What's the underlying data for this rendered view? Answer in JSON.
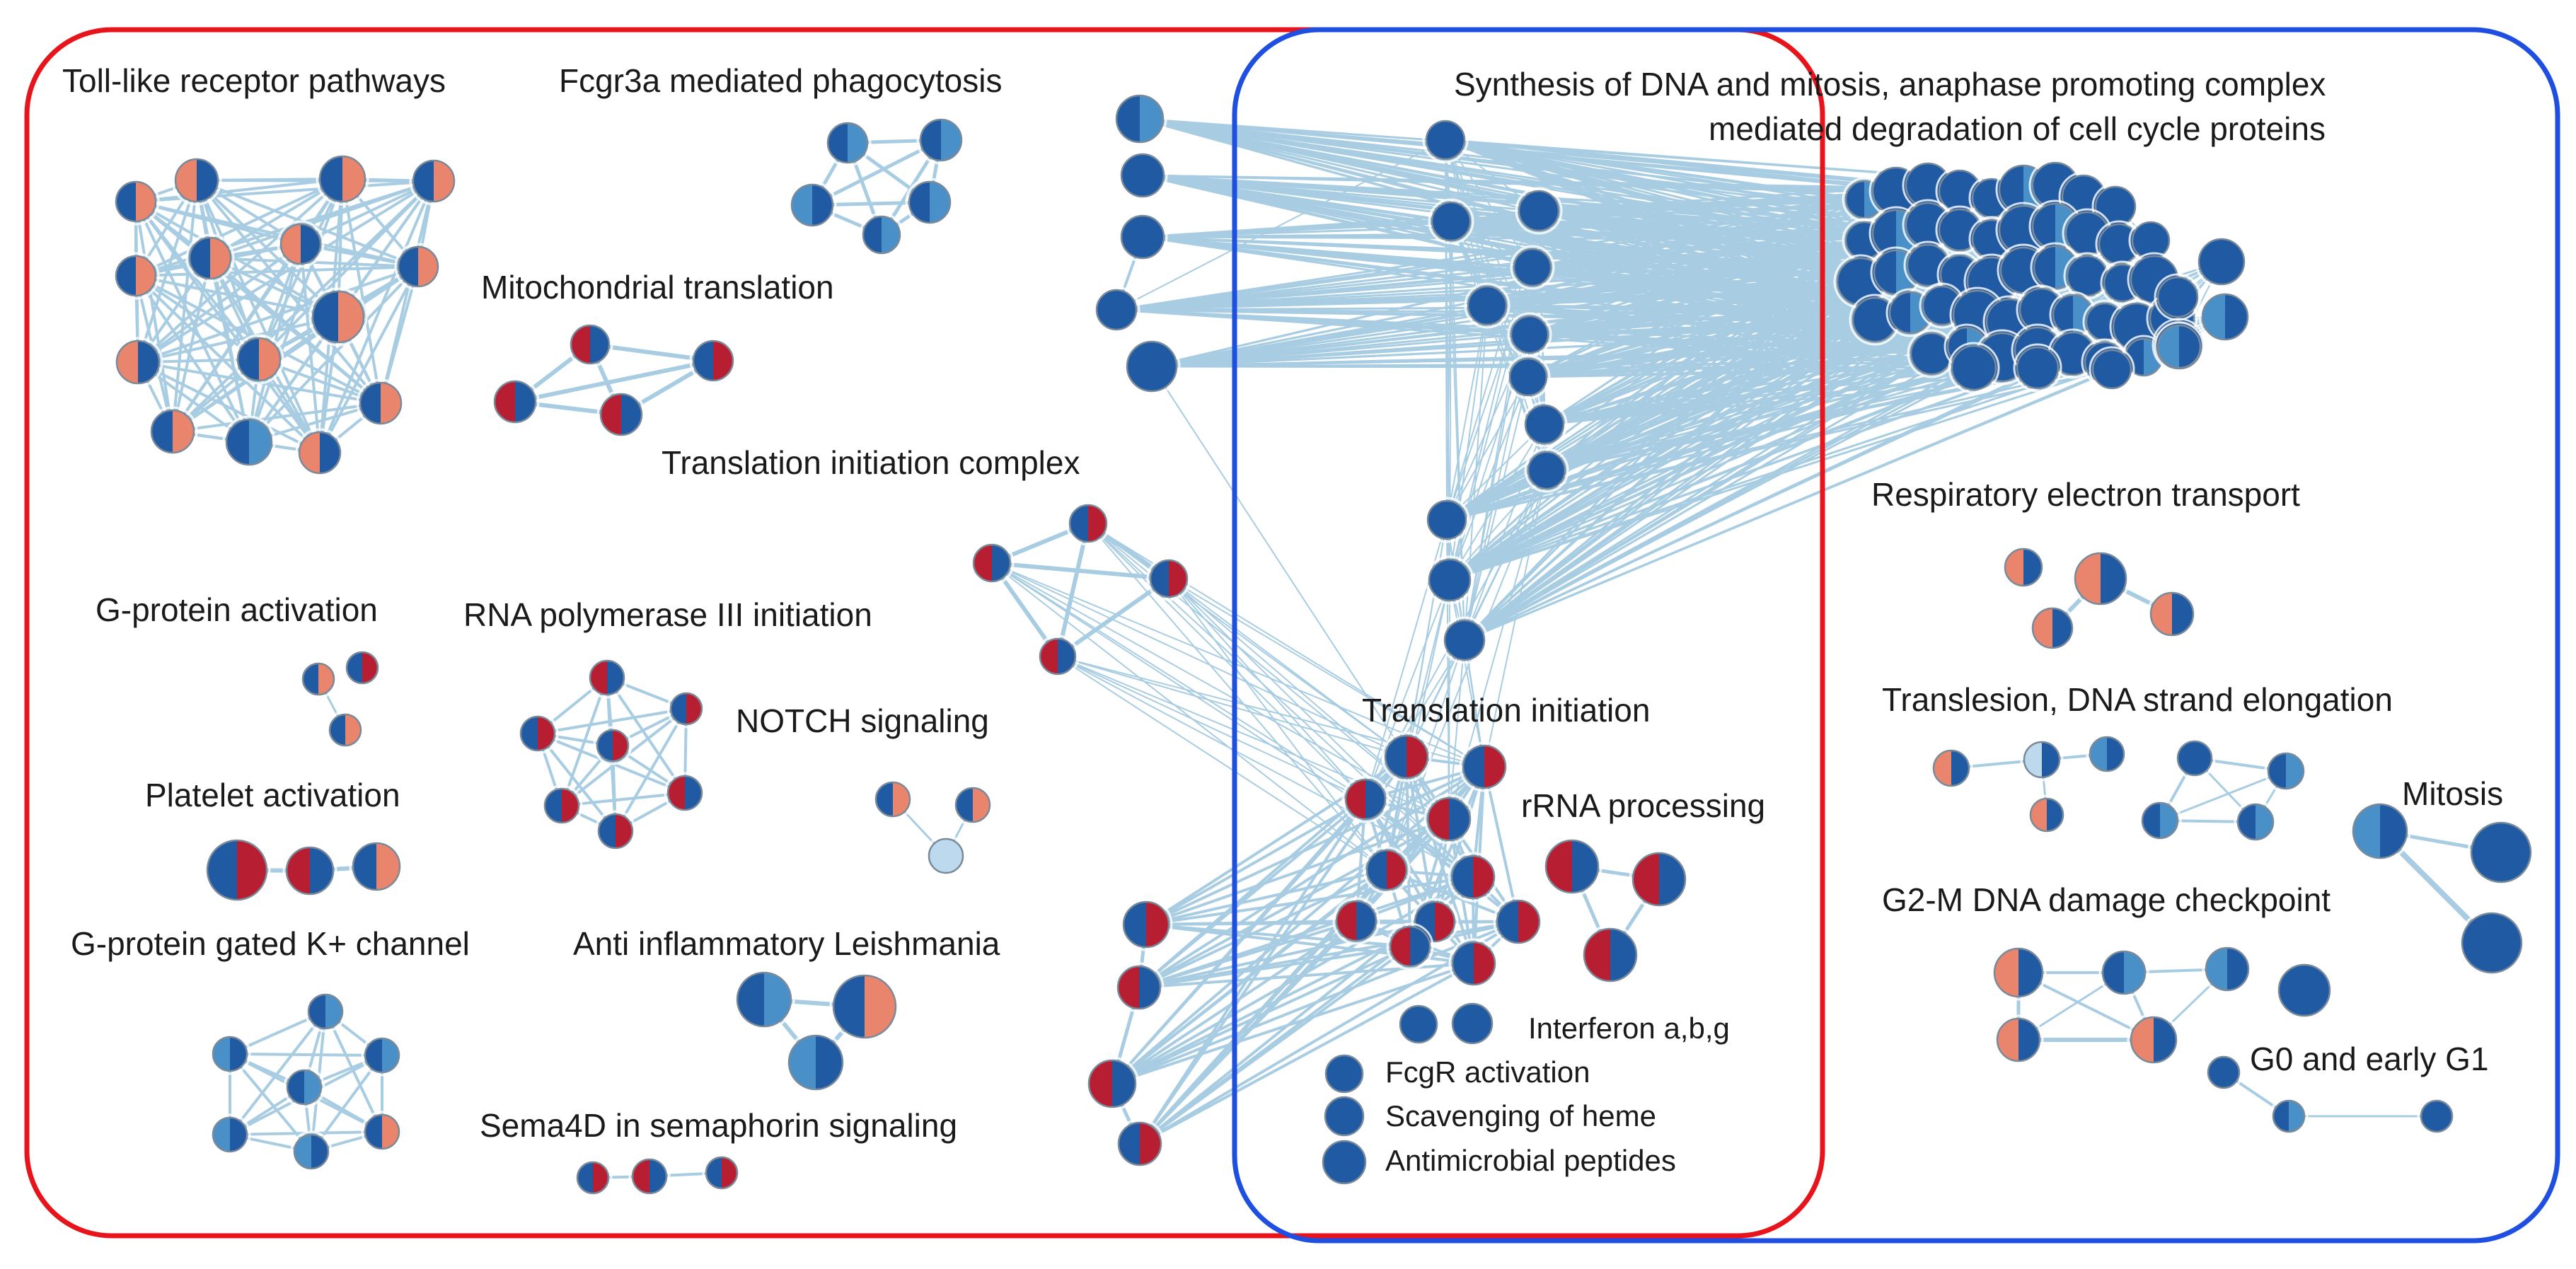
{
  "labels": {
    "toll_like": "Toll-like receptor pathways",
    "fcgr3a": "Fcgr3a mediated phagocytosis",
    "mito_translation": "Mitochondrial translation",
    "translation_init_complex": "Translation initiation complex",
    "g_protein_activation": "G-protein activation",
    "rna_pol3": "RNA polymerase III initiation",
    "notch": "NOTCH signaling",
    "platelet": "Platelet activation",
    "g_protein_k": "G-protein gated K+ channel",
    "anti_inflam": "Anti inflammatory Leishmania",
    "sema4d": "Sema4D in semaphorin signaling",
    "synthesis_dna_1": "Synthesis of DNA and mitosis, anaphase promoting complex",
    "synthesis_dna_2": "mediated degradation of cell cycle proteins",
    "respiratory": "Respiratory electron transport",
    "translesion": "Translesion, DNA strand elongation",
    "mitosis": "Mitosis",
    "g2m": "G2-M DNA damage checkpoint",
    "g0": "G0 and early G1",
    "translation_initiation": "Translation initiation",
    "rrna": "rRNA processing",
    "interferon": "Interferon a,b,g",
    "fcgr_activation": "FcgR activation",
    "scavenging": "Scavenging of heme",
    "antimicrobial": "Antimicrobial peptides"
  },
  "colors": {
    "red_region": "#e8141b",
    "blue_region": "#1f4fe0",
    "edge": "#a8cde2",
    "dark_blue": "#1f5aa3",
    "mid_blue": "#4a90c8",
    "light_blue": "#bcd9ee",
    "salmon": "#e9856d",
    "crimson": "#b81e32"
  }
}
